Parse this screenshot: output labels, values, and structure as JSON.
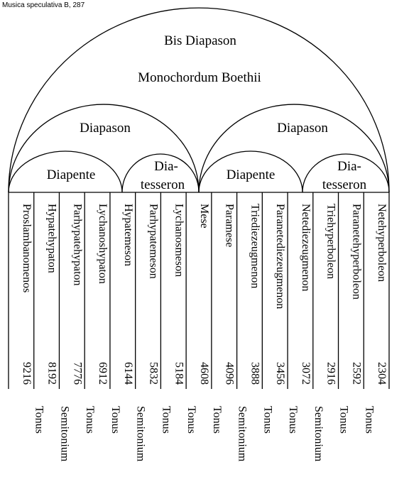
{
  "caption": "Musica speculativa B, 287",
  "arcs": {
    "bis_diapason": "Bis Diapason",
    "title": "Monochordum Boethii",
    "diapason_left": "Diapason",
    "diapason_right": "Diapason",
    "diapente_left": "Diapente",
    "diatesseron_left": [
      "Dia-",
      "tesseron"
    ],
    "diapente_right": "Diapente",
    "diatesseron_right": [
      "Dia-",
      "tesseron"
    ]
  },
  "strings": [
    {
      "name": "Proslambanomenos",
      "value": "9216"
    },
    {
      "name": "Hypatehypaton",
      "value": "8192"
    },
    {
      "name": "Parhypatehypaton",
      "value": "7776"
    },
    {
      "name": "Lychanoshypaton",
      "value": "6912"
    },
    {
      "name": "Hypatemeson",
      "value": "6144"
    },
    {
      "name": "Parhypatemeson",
      "value": "5832"
    },
    {
      "name": "Lychanosmeson",
      "value": "5184"
    },
    {
      "name": "Mese",
      "value": "4608"
    },
    {
      "name": "Paramese",
      "value": "4096"
    },
    {
      "name": "Triediezeugmenon",
      "value": "3888"
    },
    {
      "name": "Paranetediezeugmenon",
      "value": "3456"
    },
    {
      "name": "Netediezeugmenon",
      "value": "3072"
    },
    {
      "name": "Triehyperboleon",
      "value": "2916"
    },
    {
      "name": "Paranetehyperboleon",
      "value": "2592"
    },
    {
      "name": "Netehyperboleon",
      "value": "2304"
    }
  ],
  "intervals": [
    "Tonus",
    "Semitonium",
    "Tonus",
    "Tonus",
    "Semitonium",
    "Tonus",
    "Tonus",
    "Tonus",
    "Semitonium",
    "Tonus",
    "Tonus",
    "Semitonium",
    "Tonus",
    "Tonus"
  ]
}
